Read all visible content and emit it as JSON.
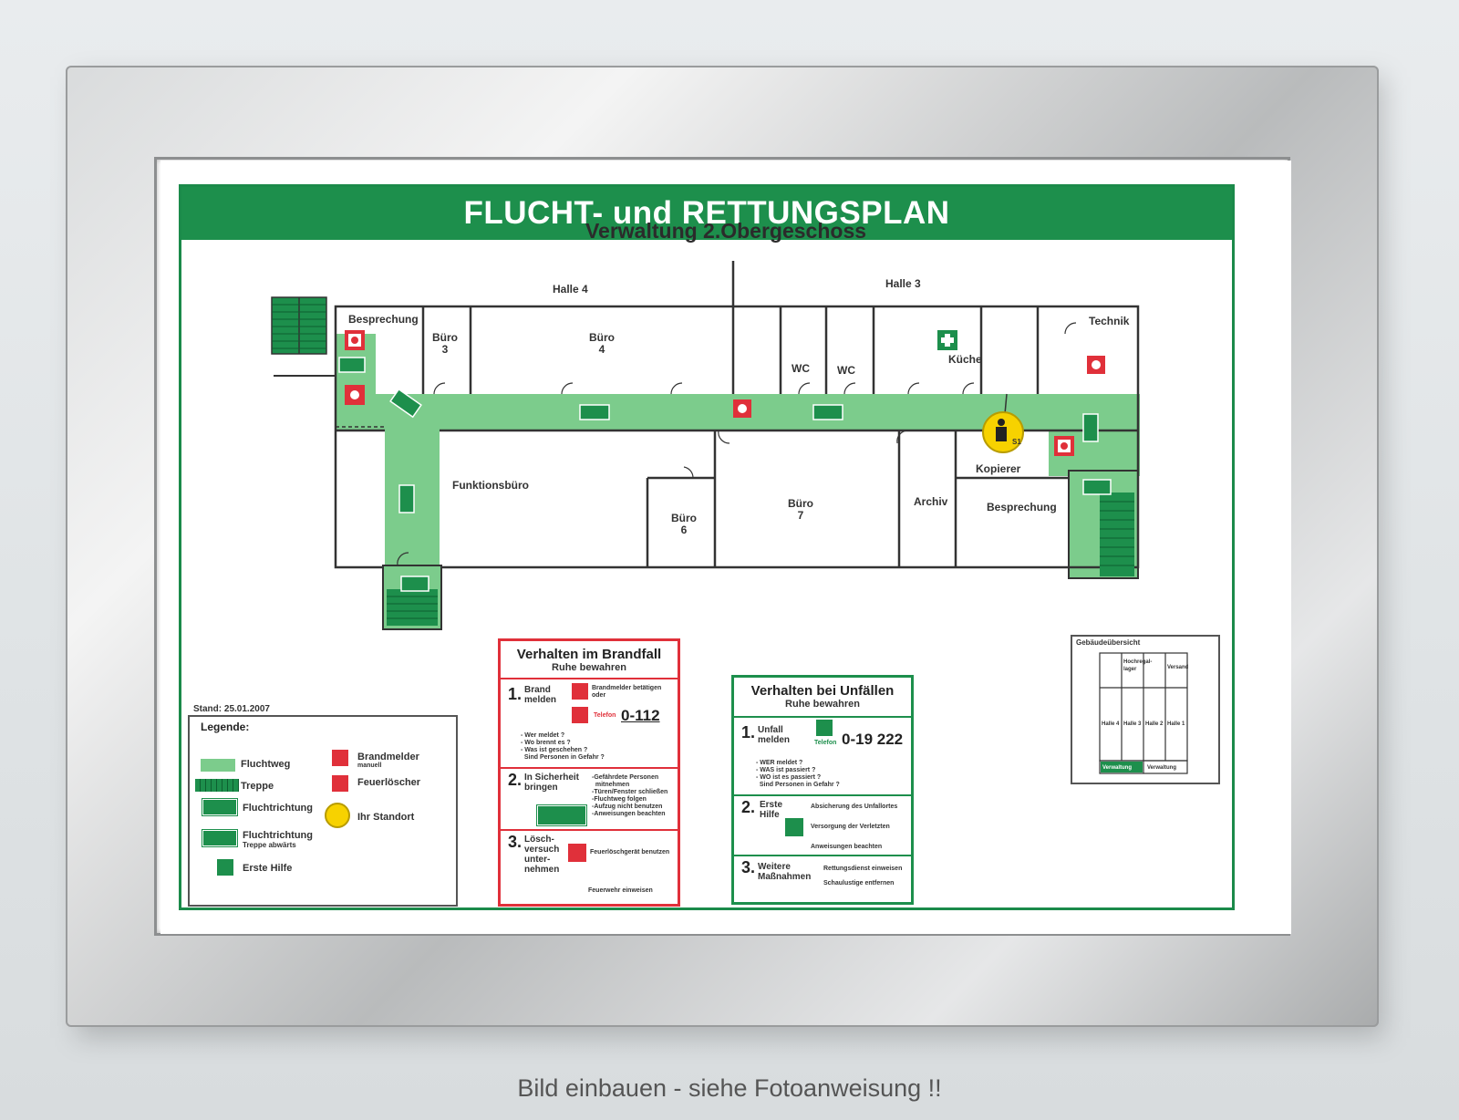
{
  "title": "FLUCHT- und RETTUNGSPLAN",
  "subtitle": "Verwaltung 2.Obergeschoss",
  "halls": {
    "left": "Halle 4",
    "right": "Halle 3"
  },
  "rooms": {
    "besprechung_top": "Besprechung",
    "buero3": "Büro\n3",
    "buero4": "Büro\n4",
    "wc1": "WC",
    "wc2": "WC",
    "kueche": "Küche",
    "technik": "Technik",
    "funktionsbuero": "Funktionsbüro",
    "buero6": "Büro\n6",
    "buero7": "Büro\n7",
    "archiv": "Archiv",
    "kopierer": "Kopierer",
    "besprechung_bottom": "Besprechung"
  },
  "you_are_here_badge": "S1",
  "stand": "Stand: 25.01.2007",
  "legend": {
    "title": "Legende:",
    "fluchtweg": "Fluchtweg",
    "treppe": "Treppe",
    "fluchtrichtung": "Fluchtrichtung",
    "fluchtrichtung_treppe": "Fluchtrichtung",
    "fluchtrichtung_treppe_sub": "Treppe abwärts",
    "erste_hilfe": "Erste Hilfe",
    "brandmelder": "Brandmelder",
    "brandmelder_sub": "manuell",
    "feuerloescher": "Feuerlöscher",
    "standort": "Ihr Standort"
  },
  "fire": {
    "title": "Verhalten im Brandfall",
    "sub": "Ruhe bewahren",
    "s1_num": "1.",
    "s1_label": "Brand\nmelden",
    "s1_text": "Brandmelder betätigen\noder",
    "s1_phone_label": "Telefon",
    "s1_phone": "0-112",
    "s1_questions": "- Wer meldet ?\n- Wo brennt es ?\n- Was ist geschehen ?\n  Sind Personen in Gefahr ?",
    "s2_num": "2.",
    "s2_label": "In Sicherheit\nbringen",
    "s2_text": "-Gefährdete Personen\n  mitnehmen\n-Türen/Fenster schließen\n-Fluchtweg folgen\n-Aufzug nicht benutzen\n-Anweisungen beachten",
    "s3_num": "3.",
    "s3_label": "Lösch-\nversuch\nunter-\nnehmen",
    "s3_text": "Feuerlöschgerät benutzen",
    "s3_foot": "Feuerwehr einweisen"
  },
  "accident": {
    "title": "Verhalten bei Unfällen",
    "sub": "Ruhe bewahren",
    "s1_num": "1.",
    "s1_label": "Unfall\nmelden",
    "s1_phone_label": "Telefon",
    "s1_phone": "0-19 222",
    "s1_questions": "- WER meldet ?\n- WAS ist passiert ?\n- WO ist es passiert ?\n  Sind Personen in Gefahr ?",
    "s2_num": "2.",
    "s2_label": "Erste\nHilfe",
    "s2_text1": "Absicherung des Unfallortes",
    "s2_text2": "Versorgung der Verletzten",
    "s2_text3": "Anweisungen beachten",
    "s3_num": "3.",
    "s3_label": "Weitere\nMaßnahmen",
    "s3_text1": "Rettungsdienst einweisen",
    "s3_text2": "Schaulustige entfernen"
  },
  "overview": {
    "title": "Gebäudeübersicht",
    "top_labels": [
      "Hochregal-\nlager",
      "Versand"
    ],
    "halls": [
      "Halle 4",
      "Halle 3",
      "Halle 2",
      "Halle 1"
    ],
    "bottom_left": "Verwaltung",
    "bottom_right": "Verwaltung"
  },
  "caption": "Bild einbauen - siehe Fotoanweisung !!",
  "colors": {
    "green": "#1d8f4c",
    "route": "#7ccc8c",
    "red": "#e0303a",
    "yellow": "#f7d200"
  }
}
